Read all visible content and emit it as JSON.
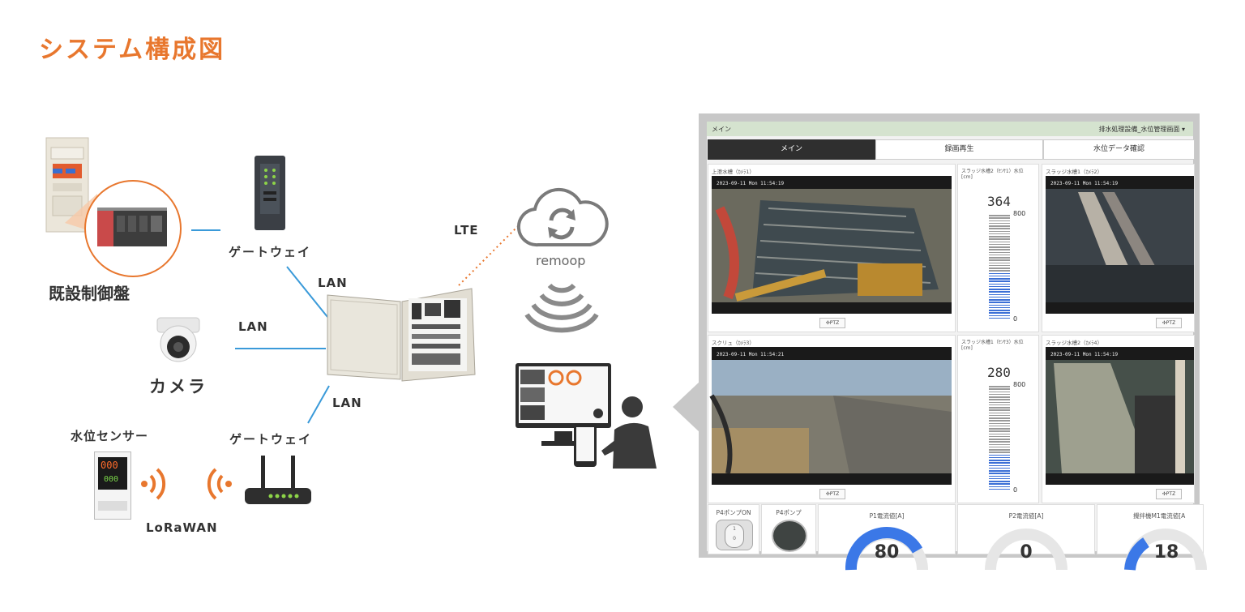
{
  "title": "システム構成図",
  "labels": {
    "control_panel": "既設制御盤",
    "gateway_top": "ゲートウェイ",
    "lan_1": "LAN",
    "lan_2": "LAN",
    "lan_3": "LAN",
    "camera": "カメラ",
    "water_sensor": "水位センサー",
    "gateway_bottom": "ゲートウェイ",
    "lorawan": "LoRaWAN",
    "lte": "LTE",
    "remoop": "remoop",
    "sensor_display_top": "000",
    "sensor_display_bottom": "000"
  },
  "colors": {
    "accent_orange": "#e8772e",
    "line_blue": "#3a9ad9",
    "gauge_blue": "#3b78e7",
    "gray_icon": "#7a7a7a"
  },
  "screen": {
    "header_left": "メイン",
    "header_right": "排水処理設備_水位管理画面 ▾",
    "tabs": [
      {
        "label": "メイン",
        "active": true
      },
      {
        "label": "録画再生",
        "active": false
      },
      {
        "label": "水位データ確認",
        "active": false
      }
    ],
    "cameras": [
      {
        "title": "上澄水槽（ｶﾒﾗ1）",
        "timestamp": "2023-09-11 Mon 11:54:19",
        "ptz": "✣PTZ"
      },
      {
        "title": "スラッジ水槽1（ｶﾒﾗ2）",
        "timestamp": "2023-09-11 Mon 11:54:19",
        "ptz": "✣PTZ"
      },
      {
        "title": "スクリュ（ｶﾒﾗ3）",
        "timestamp": "2023-09-11 Mon 11:54:21",
        "ptz": "✣PTZ"
      },
      {
        "title": "スラッジ水槽2（ｶﾒﾗ4）",
        "timestamp": "2023-09-11 Mon 11:54:19",
        "ptz": "✣PTZ"
      }
    ],
    "levels": [
      {
        "title": "スラッジ水槽2（ｾﾝｻ1）水位",
        "unit": "[cm]",
        "value": "364",
        "max": "800",
        "min": "0",
        "fraction": 0.455
      },
      {
        "title": "スラッジ水槽1（ｾﾝｻ3）水位",
        "unit": "[cm]",
        "value": "280",
        "max": "800",
        "min": "0",
        "fraction": 0.35
      }
    ],
    "bottom": {
      "switch_label": "P4ポンプON",
      "switch_on": "1",
      "switch_off": "0",
      "lamp_label": "P4ポンプ",
      "meters": [
        {
          "label": "P1電流値[A]",
          "value": "80"
        },
        {
          "label": "P2電流値[A]",
          "value": "0"
        },
        {
          "label": "攪拌機M1電流値[A",
          "value": "18"
        }
      ]
    }
  }
}
